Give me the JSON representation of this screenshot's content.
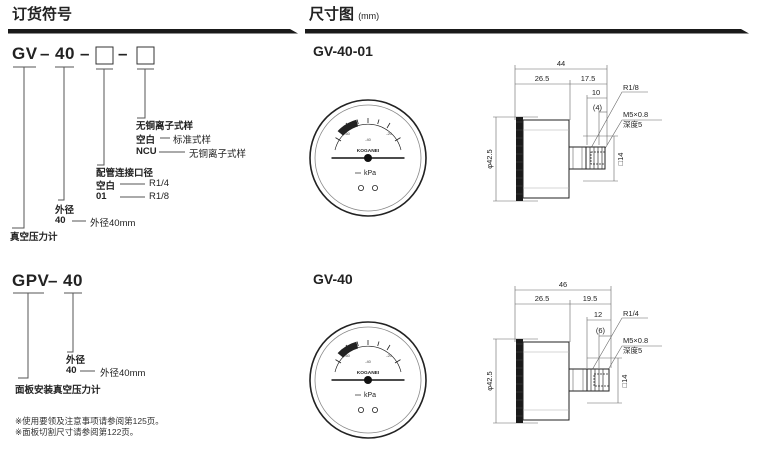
{
  "headers": {
    "order_title": "订货符号",
    "dim_title": "尺寸图",
    "dim_unit": "(mm)"
  },
  "gv": {
    "code_prefix": "GV",
    "dash": "–",
    "size": "40",
    "groups": {
      "ion": {
        "title": "无铜离子式样",
        "options": [
          {
            "code": "空白",
            "desc": "标准式样"
          },
          {
            "code": "NCU",
            "desc": "无铜离子式样"
          }
        ]
      },
      "port": {
        "title": "配管连接口径",
        "options": [
          {
            "code": "空白",
            "desc": "R1/4"
          },
          {
            "code": "01",
            "desc": "R1/8"
          }
        ]
      },
      "od": {
        "title": "外径",
        "code": "40",
        "desc": "外径40mm"
      }
    },
    "name": "真空压力计"
  },
  "gpv": {
    "code_prefix": "GPV",
    "dash": "–",
    "size": "40",
    "od": {
      "title": "外径",
      "code": "40",
      "desc": "外径40mm"
    },
    "name": "面板安装真空压力计"
  },
  "notes": [
    "※使用要领及注意事项请参阅第125页。",
    "※面板切割尺寸请参阅第122页。"
  ],
  "drawings": [
    {
      "model": "GV-40-01",
      "dial": {
        "brand": "KOGANEI",
        "unit": "kPa"
      },
      "dims": {
        "total": "44",
        "body": "26.5",
        "fitting": "17.5",
        "thread_len": "10",
        "paren": "(4)",
        "port": "R1/8",
        "tap": "M5×0.8",
        "depth": "深度5",
        "dia": "φ42.5",
        "hex": "□14"
      }
    },
    {
      "model": "GV-40",
      "dial": {
        "brand": "KOGANEI",
        "unit": "kPa"
      },
      "dims": {
        "total": "46",
        "body": "26.5",
        "fitting": "19.5",
        "thread_len": "12",
        "paren": "(6)",
        "port": "R1/4",
        "tap": "M5×0.8",
        "depth": "深度5",
        "dia": "φ42.5",
        "hex": "□14"
      }
    }
  ]
}
